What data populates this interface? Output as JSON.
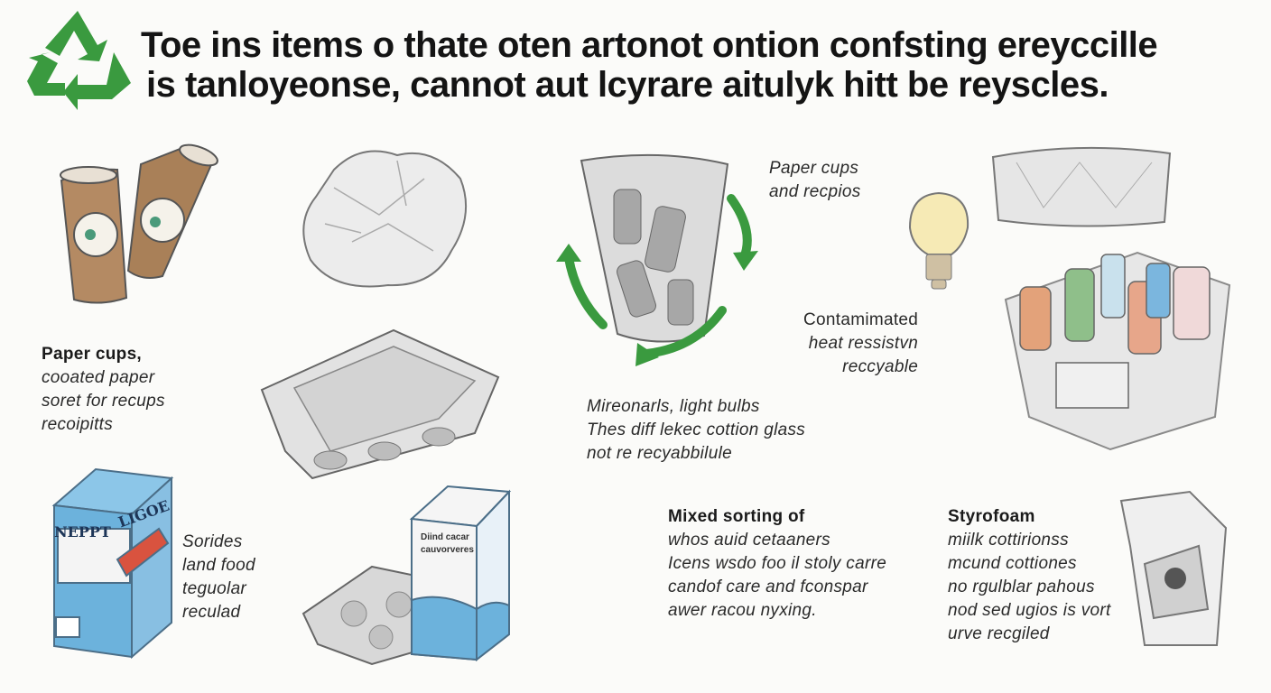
{
  "title": {
    "line1": "Toe ins items o thate oten artonot ontion confsting ereyccille",
    "line2": "is tanloyeonse, cannot aut lcyrare aitulyk hitt be reyscles."
  },
  "captions": {
    "paper_cups": {
      "heading": "Paper cups,",
      "lines": [
        "cooated paper",
        "soret for recups",
        "recoipitts"
      ]
    },
    "cartons": {
      "lines": [
        "Sorides",
        "land food",
        "teguolar",
        "reculad"
      ]
    },
    "top_middle": {
      "lines": [
        "Paper cups",
        "and recpios"
      ]
    },
    "contaminated": {
      "lines": [
        "Contamimated",
        "heat ressistvn",
        "reccyable"
      ]
    },
    "mirrors": {
      "lines": [
        "Mireonarls, light bulbs",
        "Thes diff lekec cottion glass",
        "not re recyabbilule"
      ]
    },
    "mixed": {
      "heading": "Mixed sorting of",
      "lines": [
        "whos auid cetaaners",
        "Icens wsdo foo il stoly carre",
        "candof care and fconspar",
        "awer racou nyxing."
      ]
    },
    "styrofoam": {
      "heading": "Styrofoam",
      "lines": [
        "miilk cottirionss",
        "mcund cottiones",
        "no rgulblar pahous",
        "nod sed ugios is vort",
        "urve recgiled"
      ]
    }
  },
  "carton_left_labels": {
    "brand1": "NEPPT",
    "brand2": "LIGOE"
  },
  "carton_right_labels": {
    "line1": "Diind cacar",
    "line2": "cauvorveres"
  },
  "colors": {
    "recycle_green": "#3a9a3f",
    "carton_blue": "#6cb2dc",
    "cup_brown": "#b48a63",
    "bulb_yellow": "#f6eab5"
  }
}
